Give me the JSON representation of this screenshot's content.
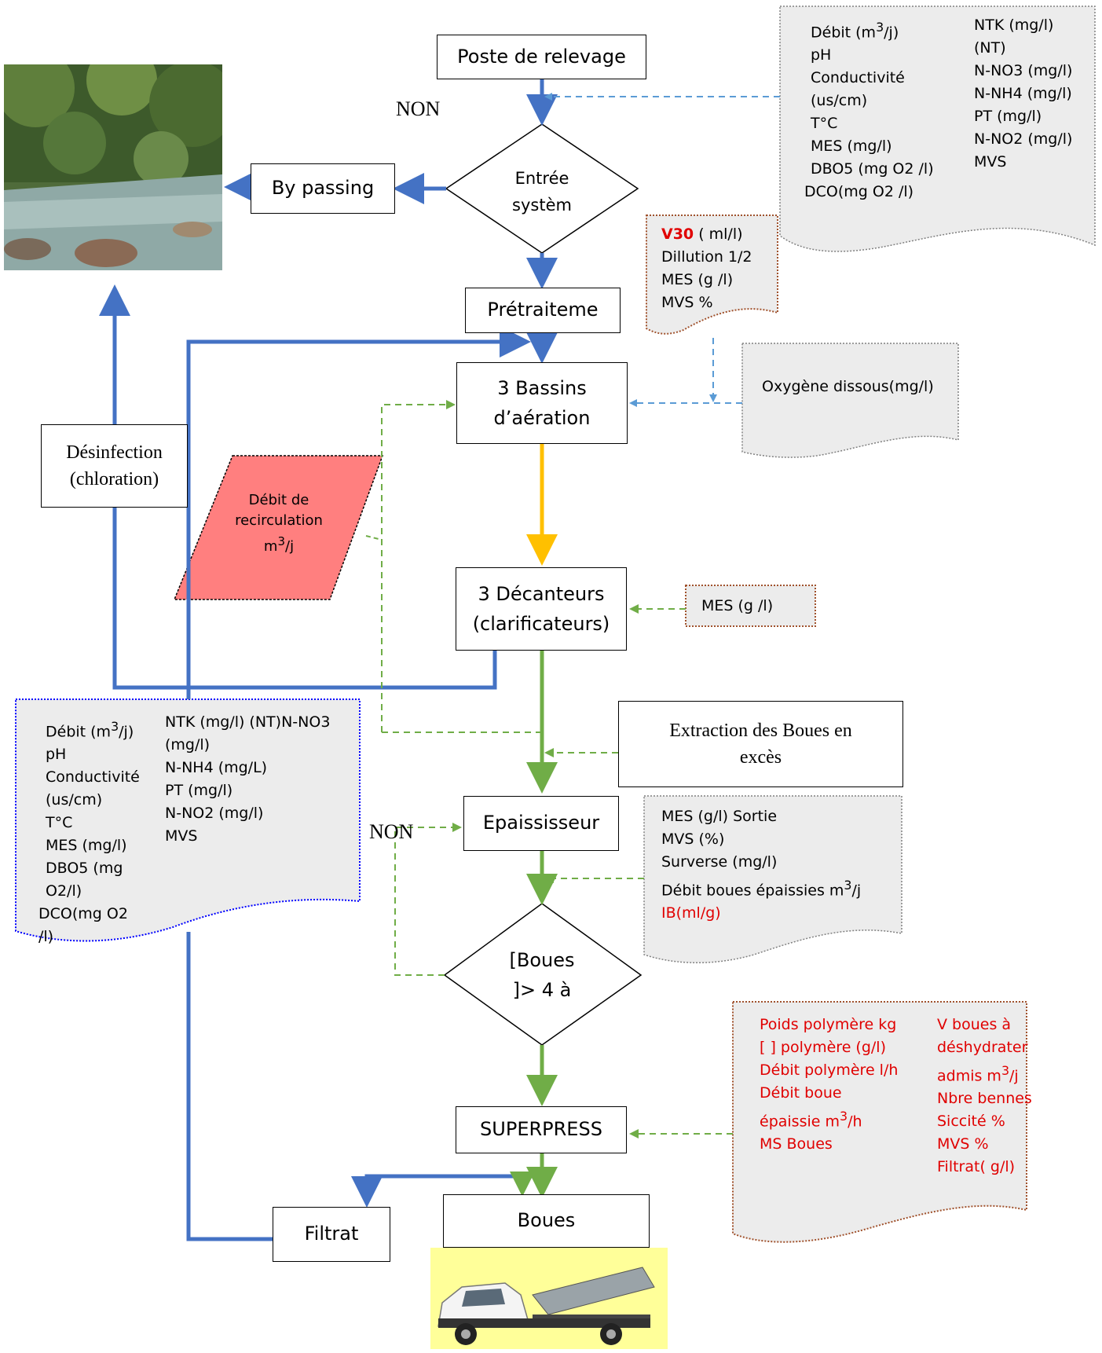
{
  "nodes": {
    "poste": "Poste de relevage",
    "entree_l1": "Entrée",
    "entree_l2": "systèm",
    "bypass": "By passing",
    "pretraitement": "Prétraiteme",
    "bassins_l1": "3 Bassins",
    "bassins_l2": "d’aération",
    "desinfection_l1": "Désinfection",
    "desinfection_l2": "(chloration)",
    "recirc_l1": "Débit de",
    "recirc_l2": "recirculation",
    "recirc_l3": "m3/j",
    "decanteurs_l1": "3 Décanteurs",
    "decanteurs_l2": "(clarificateurs)",
    "extraction_l1": "Extraction des Boues en",
    "extraction_l2": "excès",
    "epaississeur": "Epaississeur",
    "boues_diamond_l1": "[Boues",
    "boues_diamond_l2": "]> 4 à",
    "superpress": "SUPERPRESS",
    "filtrat": "Filtrat",
    "boues": "Boues"
  },
  "labels": {
    "non_top": "NON",
    "non_mid": "NON"
  },
  "notes": {
    "top_left": [
      "Débit (m3/j)",
      "pH",
      "Conductivité",
      "(us/cm)",
      "T°C",
      "MES (mg/l)",
      "DBO5 (mg O2 /l)",
      "DCO(mg O2 /l)"
    ],
    "top_right": [
      "NTK (mg/l)",
      "(NT)",
      "N-NO3 (mg/l)",
      "N-NH4 (mg/l)",
      "PT  (mg/l)",
      "N-NO2 (mg/l)",
      "MVS"
    ],
    "v30_title": "V30",
    "v30_unit": " ( ml/l)",
    "v30_rest": [
      "Dillution 1/2",
      "MES (g /l)",
      "MVS %"
    ],
    "oxygene": "Oxygène dissous(mg/l)",
    "mes_dec": "MES (g /l)",
    "bottom_left": [
      "Débit (m3/j)",
      "pH",
      "Conductivité",
      "(us/cm)",
      "T°C",
      "MES (mg/l)",
      "DBO5 (mg",
      "O2/l)",
      "DCO(mg O2",
      "/l)"
    ],
    "bottom_right": [
      "NTK (mg/l)  (NT)N-NO3",
      "(mg/l)",
      "N-NH4 (mg/L)",
      "PT  (mg/l)",
      "N-NO2 (mg/l)",
      " MVS"
    ],
    "epais": [
      "MES (g/l)  Sortie",
      "MVS (%)",
      "Surverse  (mg/l)",
      "Débit boues épaissies m3/j"
    ],
    "epais_red": "IB(ml/g)",
    "press_left": [
      "Poids  polymère kg",
      "[ ] polymère (g/l)",
      "Débit  polymère l/h",
      "Débit  boue",
      "épaissie m3/h",
      "MS Boues"
    ],
    "press_right": [
      "V boues à",
      "déshydrater",
      "admis m3/j",
      "Nbre bennes",
      "Siccité  %",
      "MVS %",
      "Filtrat( g/l)"
    ]
  },
  "colors": {
    "blue": "#4472c4",
    "blue_dash": "#5b9bd5",
    "green": "#70ad47",
    "orange": "#ffc000",
    "red_text": "#e00000",
    "recirc_fill": "#ff7f7f",
    "note_fill": "#ececec"
  }
}
